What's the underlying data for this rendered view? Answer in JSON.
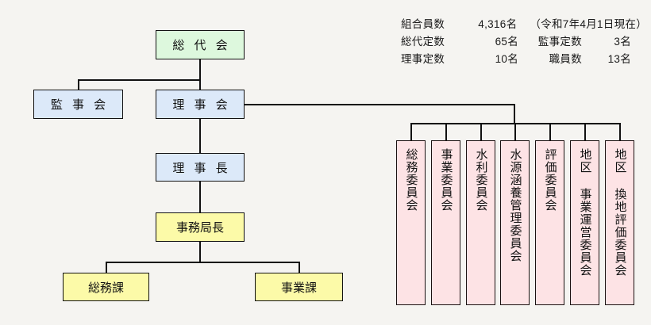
{
  "legend": {
    "rows": [
      {
        "label1": "組合員数",
        "value1": "4,316名",
        "label2": "",
        "value2": "",
        "note": "（令和7年4月1日現在）"
      },
      {
        "label1": "総代定数",
        "value1": "65名",
        "label2": "監事定数",
        "value2": "3名",
        "note": ""
      },
      {
        "label1": "理事定数",
        "value1": "10名",
        "label2": "職員数",
        "value2": "13名",
        "note": ""
      }
    ]
  },
  "nodes": {
    "general_assembly": "総 代 会",
    "auditors_board": "監 事 会",
    "board_of_directors": "理 事 会",
    "chairman": "理 事 長",
    "secretary_general": "事務局長",
    "general_affairs_div": "総務課",
    "business_div": "事業課"
  },
  "committees": [
    {
      "name": "総務委員会"
    },
    {
      "name": "事業委員会"
    },
    {
      "name": "水利委員会"
    },
    {
      "name": "水源涵養管理委員会"
    },
    {
      "name": "評価委員会"
    },
    {
      "name": "地区 事業運営委員会"
    },
    {
      "name": "地区 換地評価委員会"
    }
  ],
  "colors": {
    "background": "#f5f4f1",
    "green_fill": "#ddf8dd",
    "blue_fill": "#dce9f9",
    "yellow_fill": "#fcfaa8",
    "pink_fill": "#fde3e5",
    "line": "#111111"
  }
}
